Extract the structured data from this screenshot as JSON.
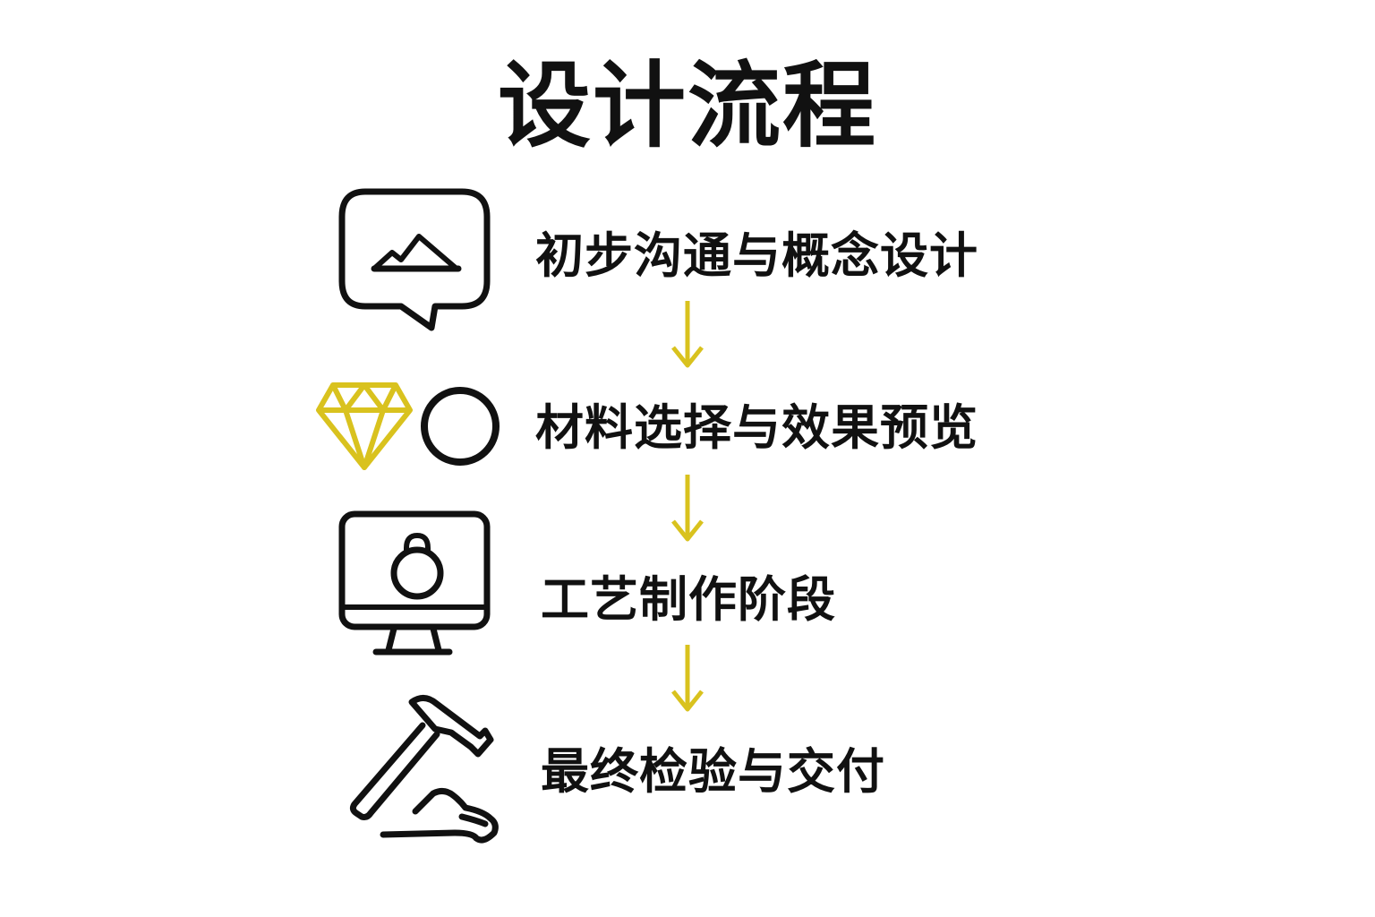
{
  "title": "设计流程",
  "steps": [
    {
      "label": "初步沟通与概念设计",
      "icon": "image-chat-bubble-icon"
    },
    {
      "label": "材料选择与效果预览",
      "icon": "diamond-and-circle-icon"
    },
    {
      "label": "工艺制作阶段",
      "icon": "monitor-lock-icon"
    },
    {
      "label": "最终检验与交付",
      "icon": "hammer-hand-icon"
    }
  ],
  "colors": {
    "accent": "#D9C21E",
    "ink": "#111111",
    "background": "#FFFFFF"
  }
}
